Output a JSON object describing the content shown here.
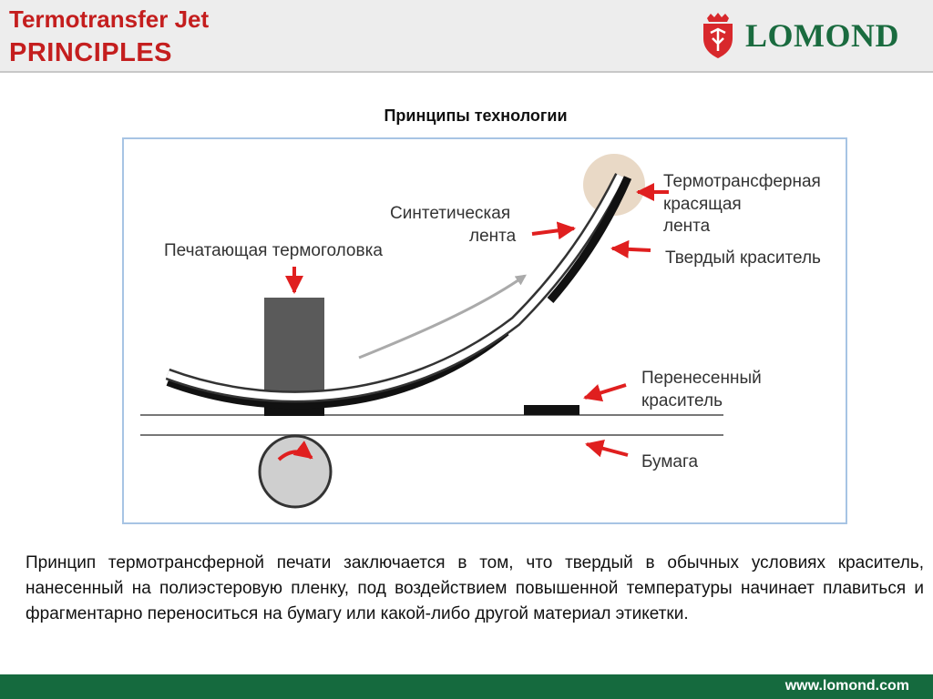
{
  "header": {
    "title_line1": "Termotransfer Jet",
    "title_line2": "PRINCIPLES",
    "logo_text": "LOMOND",
    "title_color": "#c41e1e",
    "brand_color": "#1a6b3f"
  },
  "subtitle": "Принципы технологии",
  "diagram": {
    "labels": {
      "print_head": "Печатающая термоголовка",
      "synthetic_ribbon_1": "Синтетическая",
      "synthetic_ribbon_2": "лента",
      "thermal_ribbon_1": "Термотрансферная",
      "thermal_ribbon_2": "красящая",
      "thermal_ribbon_3": "лента",
      "solid_dye": "Твердый краситель",
      "transferred_dye_1": "Перенесенный",
      "transferred_dye_2": "краситель",
      "paper": "Бумага"
    },
    "arrow_color": "#e01f1f"
  },
  "paragraph": "Принцип термотрансферной печати заключается в том, что твердый в обычных условиях краситель, нанесенный на полиэстеровую пленку, под воздействием повышенной температуры начинает плавиться и фрагментарно переноситься на бумагу или какой-либо другой материал этикетки.",
  "footer": {
    "url": "www.lomond.com",
    "color": "#156a3e"
  }
}
